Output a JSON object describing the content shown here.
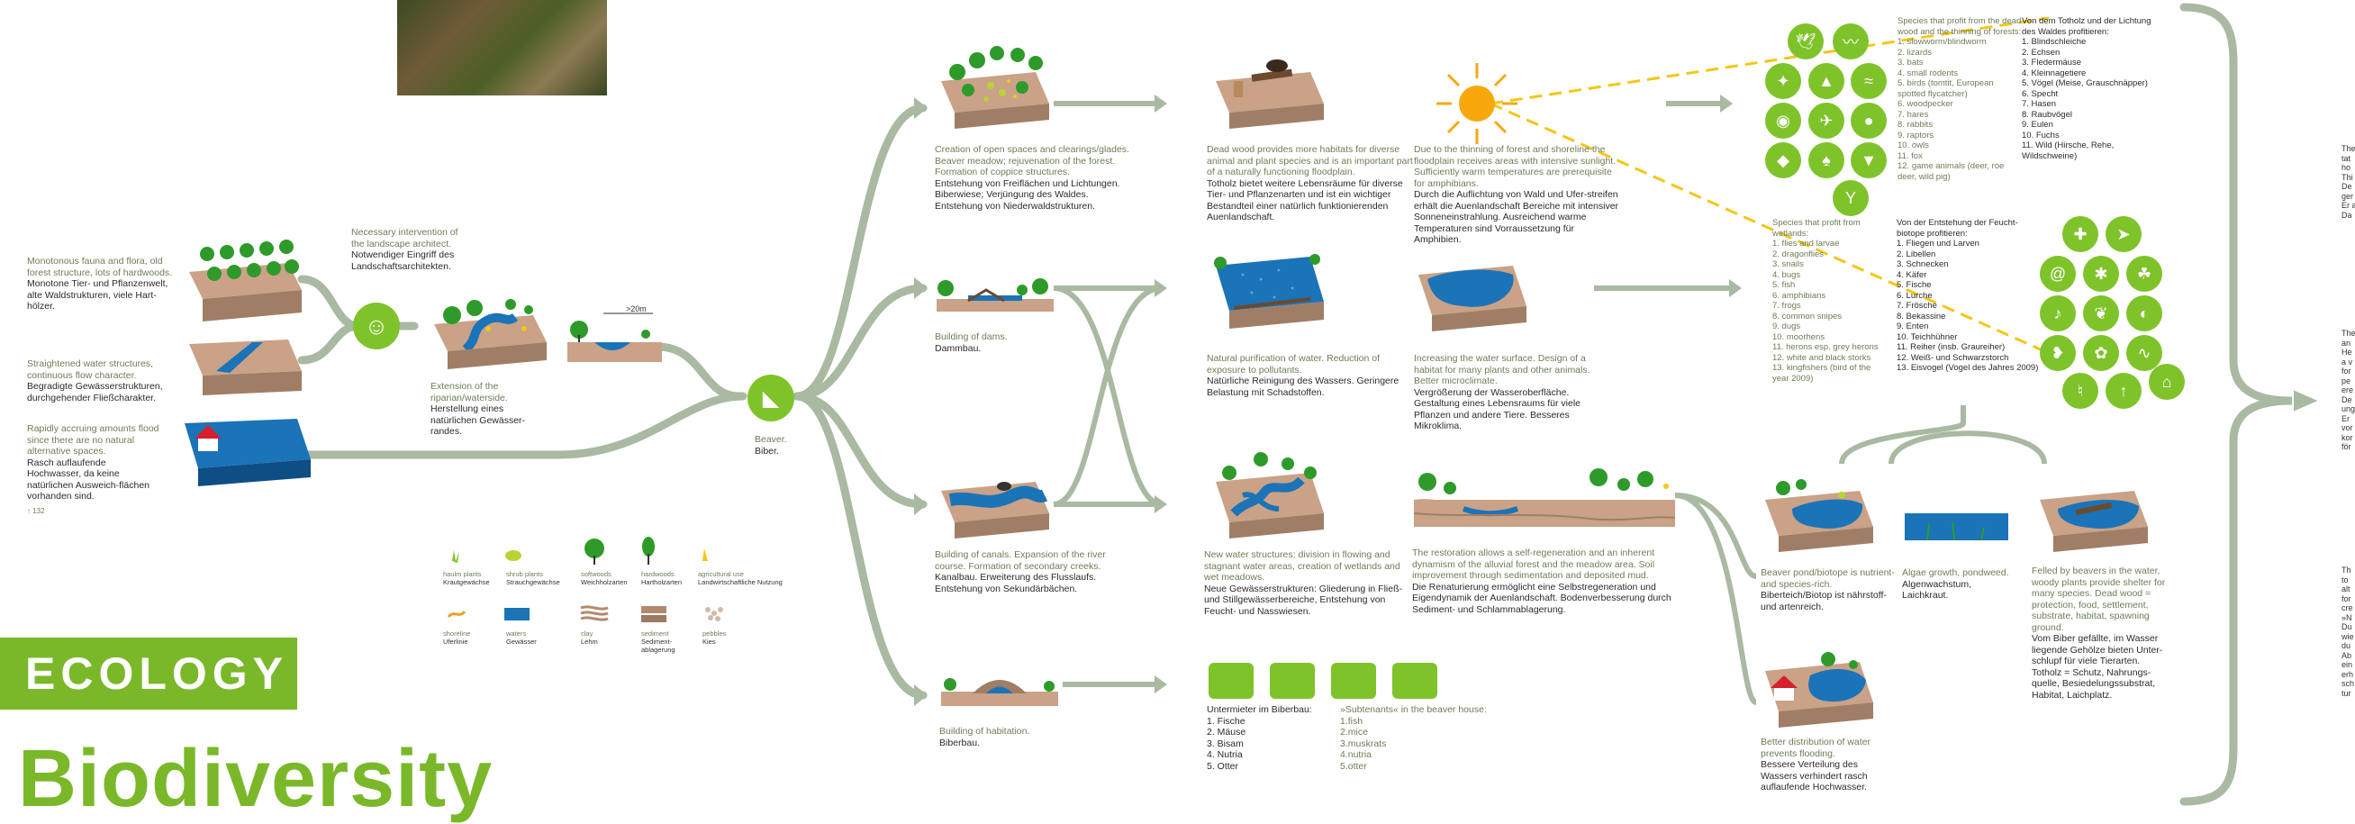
{
  "header": {
    "badge": "ECOLOGY",
    "title": "Biodiversity"
  },
  "left_column": {
    "monotonous_en": "Monotonous fauna and flora, old forest structure, lots of hardwoods.",
    "monotonous_de": "Monotone Tier- und Pflanzenwelt, alte Waldstrukturen, viele Hart-hölzer.",
    "straightened_en": "Straightened water structures, continuous flow character.",
    "straightened_de": "Begradigte Gewässerstrukturen, durchgehender Fließcharakter.",
    "flood_en": "Rapidly accruing amounts flood since there are no natural alternative spaces.",
    "flood_de": "Rasch auflaufende Hochwasser, da keine natürlichen Ausweich-flächen vorhanden sind.",
    "page_ref": "↑ 132"
  },
  "intervention": {
    "en": "Necessary intervention of the landscape architect.",
    "de": "Notwendiger Eingriff des Landschaftsarchitekten.",
    "extension_en": "Extension of the riparian/waterside.",
    "extension_de": "Herstellung eines natürlichen Gewässer-randes.",
    "measure": ">20m"
  },
  "beaver": {
    "en": "Beaver.",
    "de": "Biber."
  },
  "legend": [
    {
      "en": "haulm plants",
      "de": "Krautgewächse"
    },
    {
      "en": "shrub plants",
      "de": "Strauchgewächse"
    },
    {
      "en": "softwoods",
      "de": "Weichholzarten"
    },
    {
      "en": "hardwoods",
      "de": "Hartholzarten"
    },
    {
      "en": "agricultural use",
      "de": "Landwirtschaftliche Nutzung"
    },
    {
      "en": "shoreline",
      "de": "Uferlinie"
    },
    {
      "en": "waters",
      "de": "Gewässer"
    },
    {
      "en": "clay",
      "de": "Lehm"
    },
    {
      "en": "sediment",
      "de": "Sediment-ablagerung"
    },
    {
      "en": "pebbles",
      "de": "Kies"
    }
  ],
  "col3": {
    "clearings_en": "Creation of open spaces and clearings/glades. Beaver meadow; rejuvenation of the forest. Formation of coppice structures.",
    "clearings_de": "Entstehung von Freiflächen und Lichtungen. Biberwiese; Verjüngung des Waldes. Entstehung von Niederwaldstrukturen.",
    "dams_en": "Building of dams.",
    "dams_de": "Dammbau.",
    "canals_en": "Building of canals. Expansion of the river course. Formation of secondary creeks.",
    "canals_de": "Kanalbau. Erweiterung des Flusslaufs. Entstehung von Sekundärbächen.",
    "habitation_en": "Building of habitation.",
    "habitation_de": "Biberbau."
  },
  "col4": {
    "deadwood_en": "Dead wood provides more habitats for diverse animal and plant species and is an important part of a naturally functioning floodplain.",
    "deadwood_de": "Totholz bietet weitere Lebensräume für diverse Tier- und Pflanzenarten und ist ein wichtiger Bestandteil einer natürlich funktionierenden Auenlandschaft.",
    "purification_en": "Natural purification of water. Reduction of exposure to pollutants.",
    "purification_de": "Natürliche Reinigung des Wassers. Geringere Belastung mit Schadstoffen.",
    "structures_en": "New water structures: division in flowing and stagnant water areas, creation of wetlands and wet meadows.",
    "structures_de": "Neue Gewässerstrukturen: Gliederung in Fließ- und Stillgewässerbereiche, Entstehung von Feucht- und Nasswiesen.",
    "tenants_de_title": "Untermieter im Biberbau:",
    "tenants_de": [
      "1. Fische",
      "2. Mäuse",
      "3. Bisam",
      "4. Nutria",
      "5. Otter"
    ],
    "tenants_en_title": "»Subtenants« in the beaver house:",
    "tenants_en": [
      "1.fish",
      "2.mice",
      "3.muskrats",
      "4.nutria",
      "5.otter"
    ]
  },
  "col5": {
    "sun_en": "Due to the thinning of forest and shoreline the floodplain receives areas with intensive sunlight. Sufficiently warm temperatures are prerequisite for amphibians.",
    "sun_de": "Durch die Auflichtung von Wald und Ufer-streifen erhält die Auenlandschaft Bereiche mit intensiver Sonneneinstrahlung. Ausreichend warme Temperaturen sind Vorraussetzung für Amphibien.",
    "surface_en": "Increasing the water surface. Design of a habitat for many plants and other animals. Better microclimate.",
    "surface_de": "Vergrößerung der Wasseroberfläche. Gestaltung eines Lebensraums für viele Pflanzen und andere Tiere. Besseres Mikroklima.",
    "restoration_en": "The restoration allows a self-regeneration and an inherent dynamism of the alluvial forest and the meadow area. Soil improvement through sedimentation and deposited mud.",
    "restoration_de": "Die Renaturierung ermöglicht eine Selbstregeneration und Eigendynamik der Auenlandschaft. Bodenverbesserung durch Sediment- und Schlammablagerung."
  },
  "forest_species": {
    "en_title": "Species that profit from the dead wood and the thinning of forests:",
    "en": [
      "1. slowworm/blindworm",
      "2. lizards",
      "3. bats",
      "4. small rodents",
      "5. birds (tomtit, European spotted flycatcher)",
      "6. woodpecker",
      "7. hares",
      "8. rabbits",
      "9. raptors",
      "10. owls",
      "11. fox",
      "12. game animals (deer, roe deer, wild pig)"
    ],
    "de_title": "Von dem Totholz und der Lichtung des Waldes profitieren:",
    "de": [
      "1. Blindschleiche",
      "2. Echsen",
      "3. Fledermäuse",
      "4. Kleinnagetiere",
      "5. Vögel (Meise, Grauschnäpper)",
      "6. Specht",
      "7. Hasen",
      "8. Raubvögel",
      "9. Eulen",
      "10. Fuchs",
      "11. Wild (Hirsche, Rehe, Wildschweine)"
    ]
  },
  "wetland_species": {
    "en_title": "Species that profit from wetlands:",
    "en": [
      "1. flies and larvae",
      "2. dragonflies",
      "3. snails",
      "4. bugs",
      "5. fish",
      "6. amphibians",
      "7. frogs",
      "8. common snipes",
      "9. dugs",
      "10. moorhens",
      "11. herons esp. grey herons",
      "12. white and black storks",
      "13. kingfishers (bird of the year 2009)"
    ],
    "de_title": "Von der Entstehung der Feucht-biotope profitieren:",
    "de": [
      "1. Fliegen und Larven",
      "2. Libellen",
      "3. Schnecken",
      "4. Käfer",
      "5. Fische",
      "6. Lurche",
      "7. Frösche",
      "8. Bekassine",
      "9. Enten",
      "10. Teichhühner",
      "11. Reiher (insb. Graureiher)",
      "12. Weiß- und Schwarzstorch",
      "13. Eisvogel (Vogel des Jahres 2009)"
    ]
  },
  "col6": {
    "pond_en": "Beaver pond/biotope is nutrient- and species-rich.",
    "pond_de": "Biberteich/Biotop ist nährstoff- und artenreich.",
    "algae_en": "Algae growth, pondweed.",
    "algae_de": "Algenwachstum, Laichkraut.",
    "felled_en": "Felled by beavers in the water, woody plants provide shelter for many species. Dead wood = protection, food, settlement, substrate, habitat, spawning ground.",
    "felled_de": "Vom Biber gefällte, im Wasser liegende Gehölze bieten Unter-schlupf für viele Tierarten. Totholz = Schutz, Nahrungs-quelle, Besiedelungssubstrat, Habitat, Laichplatz.",
    "distribution_en": "Better distribution of water prevents flooding.",
    "distribution_de": "Bessere Verteilung des Wassers verhindert rasch auflaufende Hochwasser."
  },
  "right_cutoff": {
    "block1": [
      "The",
      "tat",
      "ho",
      "Thi",
      "De",
      "ger",
      "Er a",
      "Da"
    ],
    "block2": [
      "The",
      "an",
      "He",
      "a v",
      "for",
      "pe",
      "ere",
      "De",
      "ung",
      "Er",
      "vor",
      "kor",
      "för"
    ],
    "block3": [
      "Th",
      "to",
      "alt",
      "for",
      "cre",
      "»N",
      "Du",
      "wie",
      "du",
      "Ab",
      "ein",
      "erh",
      "sch",
      "tur"
    ]
  },
  "colors": {
    "accent": "#7ab82a",
    "flow": "#a9b9a2",
    "water": "#1b73b8",
    "soil": "#c9a287",
    "sun": "#f7a90c"
  }
}
